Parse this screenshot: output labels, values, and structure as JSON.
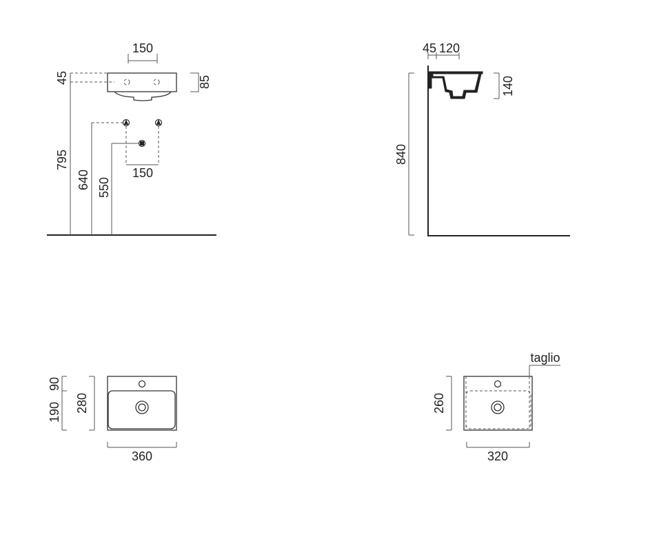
{
  "front_view": {
    "width_top": "150",
    "offset_top": "45",
    "basin_height": "85",
    "total_height": "795",
    "supply_height": "640",
    "drain_height": "550",
    "supply_spacing": "150"
  },
  "side_view": {
    "wall_offset": "45",
    "depth": "120",
    "basin_depth": "140",
    "total_height": "840"
  },
  "top_view": {
    "back_depth": "90",
    "front_depth": "190",
    "total_depth": "280",
    "width": "360"
  },
  "cut_view": {
    "label": "taglio",
    "depth": "260",
    "width": "320"
  }
}
